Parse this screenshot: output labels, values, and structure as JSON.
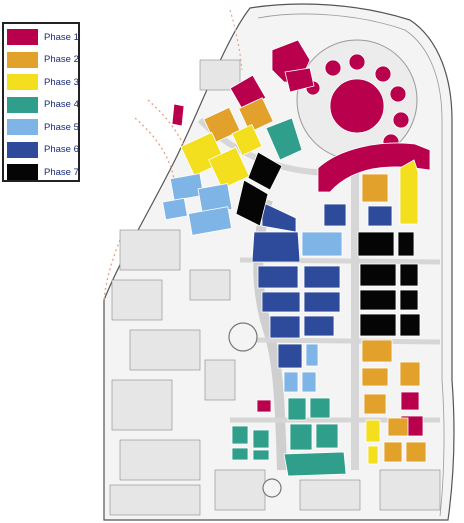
{
  "legend": {
    "items": [
      {
        "label": "Phase 1",
        "color": "#b8004c"
      },
      {
        "label": "Phase 2",
        "color": "#e2a12b"
      },
      {
        "label": "Phase 3",
        "color": "#f3df1d"
      },
      {
        "label": "Phase 4",
        "color": "#2f9f8c"
      },
      {
        "label": "Phase 5",
        "color": "#7fb5e6"
      },
      {
        "label": "Phase 6",
        "color": "#2d4b9a"
      },
      {
        "label": "Phase 7",
        "color": "#050505"
      }
    ]
  },
  "colors": {
    "phase1": "#b8004c",
    "phase2": "#e2a12b",
    "phase3": "#f3df1d",
    "phase4": "#2f9f8c",
    "phase5": "#7fb5e6",
    "phase6": "#2d4b9a",
    "phase7": "#050505",
    "road": "#dcdcdc",
    "line": "#6e6e6e"
  }
}
